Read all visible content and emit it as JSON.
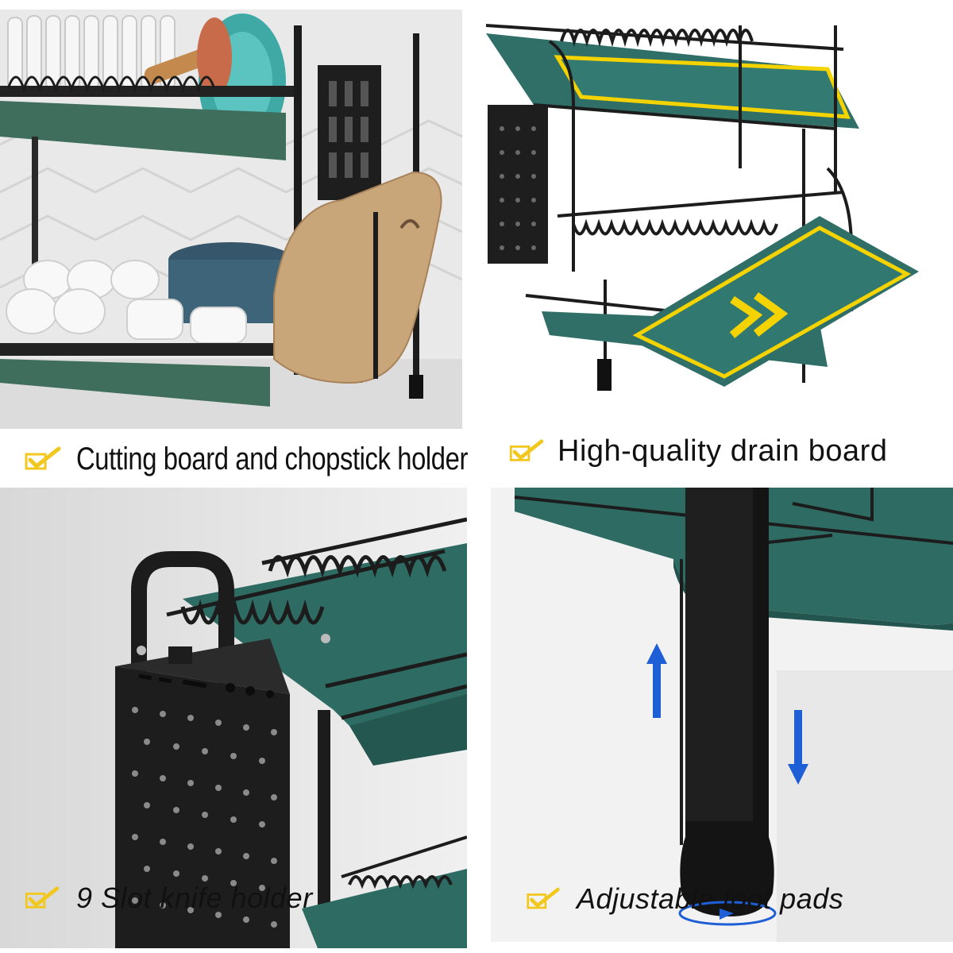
{
  "accent": {
    "check_yellow": "#f2c81e",
    "tray_green": "#2e6b63",
    "drain_yellow": "#f5d300",
    "arrow_blue": "#1f5fd6",
    "frame_black": "#1c1c1c"
  },
  "panels": [
    {
      "id": "top-left",
      "icon": "checkmark-icon",
      "caption": "Cutting board and chopstick holder"
    },
    {
      "id": "top-right",
      "icon": "checkmark-icon",
      "caption": "High-quality drain board"
    },
    {
      "id": "bottom-left",
      "icon": "checkmark-icon",
      "caption": "9 Slot knife holder"
    },
    {
      "id": "bottom-right",
      "icon": "checkmark-icon",
      "caption": "Adjustable foot pads"
    }
  ]
}
